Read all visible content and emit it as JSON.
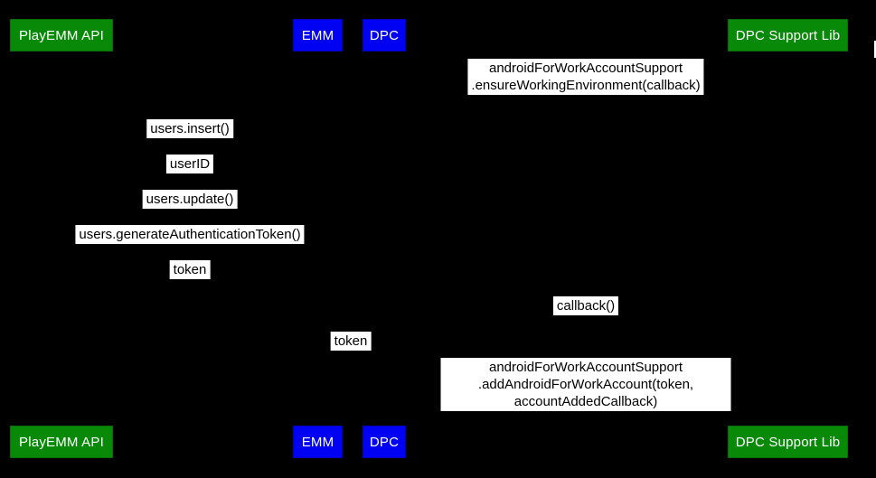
{
  "colors": {
    "background": "#000000",
    "actor_green": "#088A08",
    "actor_green_border": "#0A6B0A",
    "actor_blue": "#0202F2",
    "actor_blue_border": "#0000BE",
    "actor_text": "#FFFFFF",
    "message_bg": "#FFFFFF",
    "message_text": "#000000"
  },
  "participants": {
    "playemm": {
      "label": "PlayEMM API"
    },
    "emm": {
      "label": "EMM"
    },
    "dpc": {
      "label": "DPC"
    },
    "dpclib": {
      "label": "DPC Support Lib"
    }
  },
  "messages": [
    {
      "id": "ensure-working-environment",
      "text": "androidForWorkAccountSupport\n.ensureWorkingEnvironment(callback)"
    },
    {
      "id": "users-insert",
      "text": "users.insert()"
    },
    {
      "id": "user-id",
      "text": "userID"
    },
    {
      "id": "users-update",
      "text": "users.update()"
    },
    {
      "id": "users-generate-authentication-token",
      "text": "users.generateAuthenticationToken()"
    },
    {
      "id": "token-return-to-emm",
      "text": "token"
    },
    {
      "id": "callback",
      "text": "callback()"
    },
    {
      "id": "token-to-dpc",
      "text": "token"
    },
    {
      "id": "add-android-for-work-account",
      "text": "androidForWorkAccountSupport\n.addAndroidForWorkAccount(token, accountAddedCallback)"
    }
  ]
}
